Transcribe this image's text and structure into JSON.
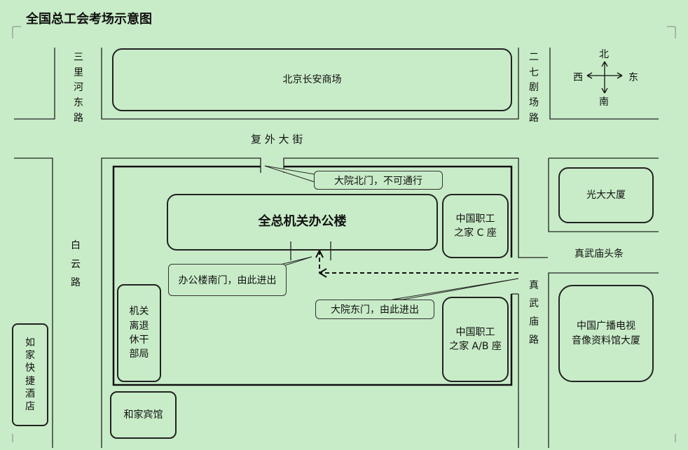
{
  "title": "全国总工会考场示意图",
  "roads": {
    "sanlihe": "三\n里\n河\n东\n路",
    "erqi": "二\n七\n剧\n场\n路",
    "fuwai": "复 外 大 街",
    "baiyun": "白\n云\n路",
    "zhenwumiao": "真\n武\n庙\n路",
    "toutiao": "真武庙头条"
  },
  "buildings": {
    "changan": "北京长安商场",
    "main": "全总机关办公楼",
    "c_zuo": "中国职工\n之家 C 座",
    "ab_zuo": "中国职工\n之家 A/B 座",
    "retire": "机关\n离退\n休干\n部局",
    "hejia": "和家宾馆",
    "rujia": "如\n家\n快\n捷\n酒\n店",
    "guangda": "光大大厦",
    "radio": "中国广播电视\n音像资料馆大厦"
  },
  "callouts": {
    "north_gate": "大院北门，不可通行",
    "south_door": "办公楼南门，由此进出",
    "east_gate": "大院东门，由此进出"
  },
  "compass": {
    "n": "北",
    "s": "南",
    "w": "西",
    "e": "东"
  }
}
